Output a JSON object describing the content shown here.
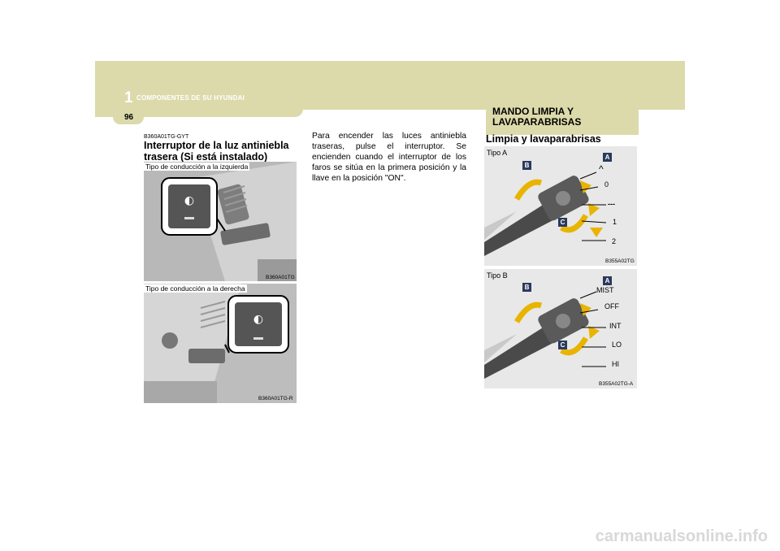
{
  "header": {
    "chapter_number": "1",
    "chapter_title": "COMPONENTES DE SU HYUNDAI",
    "page_number": "96"
  },
  "left": {
    "code": "B360A01TG-GYT",
    "heading": "Interruptor de la luz antiniebla trasera (Si está instalado)",
    "photo1": {
      "caption": "Tipo de conducción a la izquierda",
      "code": "B360A01TG"
    },
    "photo2": {
      "caption": "Tipo de conducción a la derecha",
      "code": "B360A01TG-R"
    }
  },
  "middle": {
    "paragraph": "Para encender las luces antiniebla traseras, pulse el interruptor. Se encienden cuando el interruptor de los faros se sitúa en la primera posición y la llave en la posición \"ON\"."
  },
  "right": {
    "section_title": "MANDO LIMPIA Y LAVAPARABRISAS",
    "subheading": "Limpia y lavaparabrisas",
    "fig_a": {
      "label": "Tipo A",
      "badges": [
        "A",
        "B",
        "C"
      ],
      "positions": [
        "^",
        "0",
        "---",
        "1",
        "2"
      ],
      "code": "B355A02TG"
    },
    "fig_b": {
      "label": "Tipo B",
      "badges": [
        "A",
        "B",
        "C"
      ],
      "positions": [
        "MIST",
        "OFF",
        "INT",
        "LO",
        "HI"
      ],
      "code": "B355A02TG-A"
    }
  },
  "watermark": "carmanualsonline.info"
}
